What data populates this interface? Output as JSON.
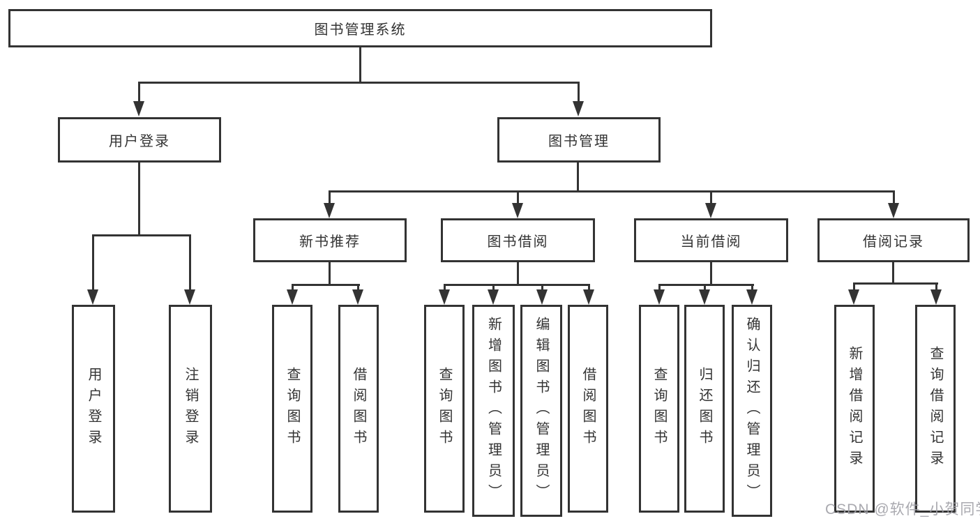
{
  "diagram": {
    "type": "tree",
    "title": "图书管理系统",
    "colors": {
      "line": "#333333",
      "box_background": "#ffffff",
      "text": "#333333",
      "watermark": "#a0a0a6"
    },
    "nodes": {
      "root": "图书管理系统",
      "userLogin": "用户登录",
      "bookManagement": "图书管理",
      "loginAction": "用户登录",
      "logoutAction": "注销登录",
      "newBookRecommend": "新书推荐",
      "bookBorrow": "图书借阅",
      "currentBorrow": "当前借阅",
      "borrowRecord": "借阅记录",
      "nbQueryBook": "查询图书",
      "nbBorrowBook": "借阅图书",
      "bbQueryBook": "查询图书",
      "bbAddBook": "新增图书（管理员）",
      "bbEditBook": "编辑图书（管理员）",
      "bbBorrowBook": "借阅图书",
      "cbQueryBook": "查询图书",
      "cbReturnBook": "归还图书",
      "cbConfirmReturn": "确认归还（管理员）",
      "brAddRecord": "新增借阅记录",
      "brQueryRecord": "查询借阅记录"
    },
    "hierarchy": {
      "图书管理系统": {
        "用户登录": [
          "用户登录",
          "注销登录"
        ],
        "图书管理": {
          "新书推荐": [
            "查询图书",
            "借阅图书"
          ],
          "图书借阅": [
            "查询图书",
            "新增图书（管理员）",
            "编辑图书（管理员）",
            "借阅图书"
          ],
          "当前借阅": [
            "查询图书",
            "归还图书",
            "确认归还（管理员）"
          ],
          "借阅记录": [
            "新增借阅记录",
            "查询借阅记录"
          ]
        }
      }
    }
  },
  "watermark": "CSDN @软件_小贺同学"
}
